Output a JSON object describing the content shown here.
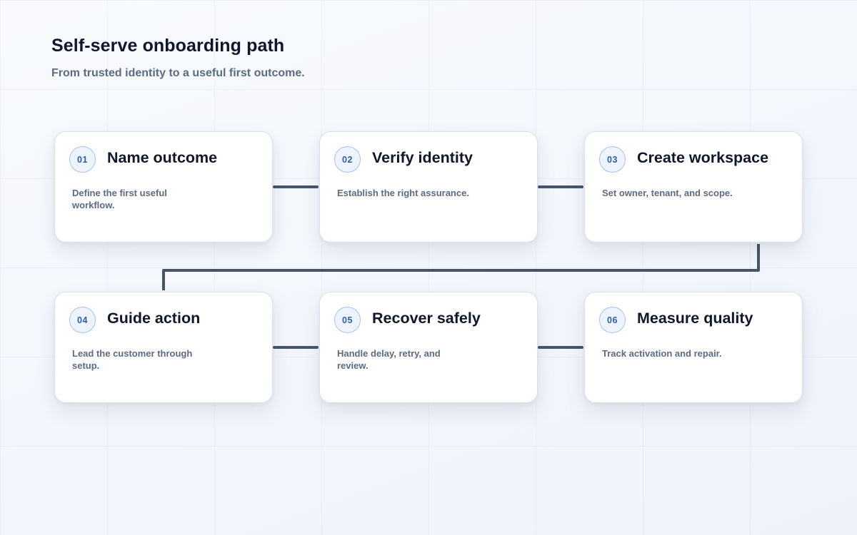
{
  "header": {
    "title": "Self-serve onboarding path",
    "subtitle": "From trusted identity to a useful first outcome."
  },
  "colors": {
    "connector": "#475569",
    "badge_text": "#2f5da8",
    "badge_border": "#a8c2e8",
    "title_text": "#0f172a",
    "muted_text": "#5b6b82"
  },
  "steps": [
    {
      "number": "01",
      "title": "Name outcome",
      "description": "Define the first useful workflow."
    },
    {
      "number": "02",
      "title": "Verify identity",
      "description": "Establish the right assurance."
    },
    {
      "number": "03",
      "title": "Create workspace",
      "description": "Set owner, tenant, and scope."
    },
    {
      "number": "04",
      "title": "Guide action",
      "description": "Lead the customer through setup."
    },
    {
      "number": "05",
      "title": "Recover safely",
      "description": "Handle delay, retry, and review."
    },
    {
      "number": "06",
      "title": "Measure quality",
      "description": "Track activation and repair."
    }
  ]
}
